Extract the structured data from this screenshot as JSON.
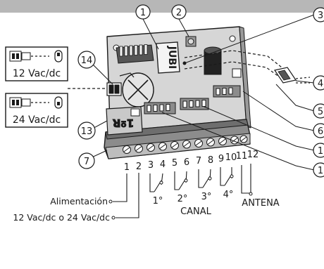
{
  "callouts": [
    "1",
    "2",
    "3",
    "4",
    "5",
    "6",
    "7",
    "13",
    "14"
  ],
  "edge_callouts": [
    "1",
    "1"
  ],
  "board_labels": {
    "relay_text": "1ºR",
    "chip_text": "JUBI"
  },
  "voltage_boxes": [
    {
      "label": "12 Vac/dc"
    },
    {
      "label": "24 Vac/dc"
    }
  ],
  "terminal_numbers": [
    "1",
    "2",
    "3",
    "4",
    "5",
    "6",
    "7",
    "8",
    "9",
    "10",
    "11",
    "12"
  ],
  "channel_numbers": [
    "1°",
    "2°",
    "3°",
    "4°"
  ],
  "labels": {
    "canal": "CANAL",
    "antena": "ANTENA",
    "alimentacion": "Alimentación",
    "supply": "12 Vac/dc o 24 Vac/dc"
  }
}
